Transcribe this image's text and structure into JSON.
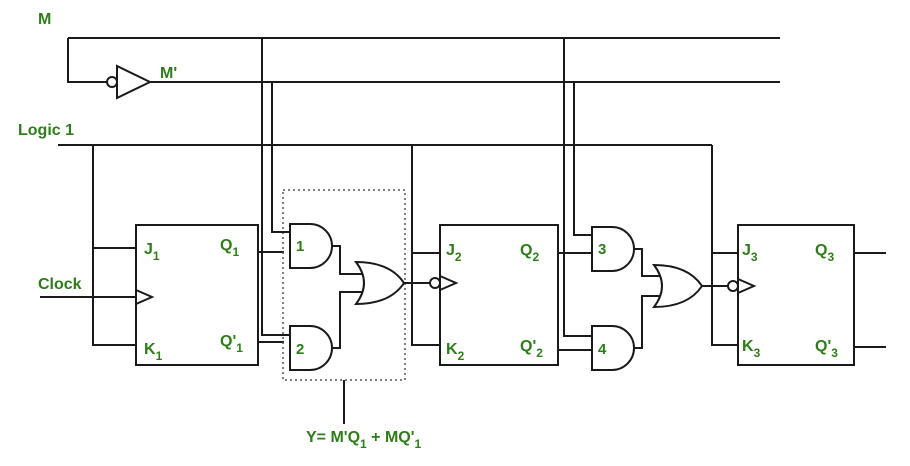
{
  "signals": {
    "m": "M",
    "m_prime": "M'",
    "logic1": "Logic 1",
    "clock": "Clock"
  },
  "flipflops": [
    {
      "j": "J",
      "k": "K",
      "q": "Q",
      "qp": "Q'",
      "index": "1"
    },
    {
      "j": "J",
      "k": "K",
      "q": "Q",
      "qp": "Q'",
      "index": "2"
    },
    {
      "j": "J",
      "k": "K",
      "q": "Q",
      "qp": "Q'",
      "index": "3"
    }
  ],
  "gates": {
    "g1": "1",
    "g2": "2",
    "g3": "3",
    "g4": "4"
  },
  "equation": {
    "prefix": "Y= M'Q",
    "sub1": "1",
    "mid": " + MQ'",
    "sub2": "1"
  }
}
